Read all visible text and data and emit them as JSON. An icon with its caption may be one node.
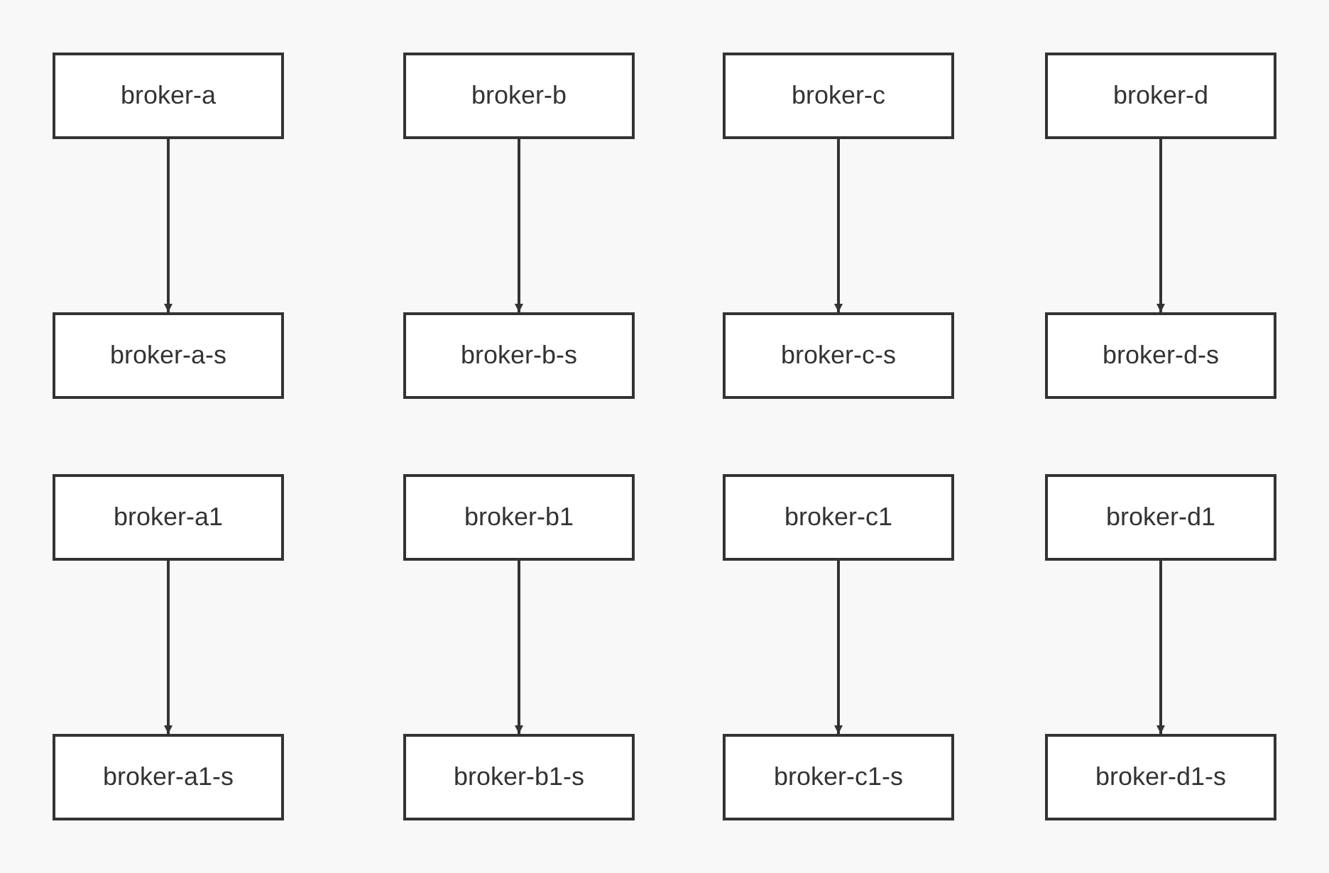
{
  "diagram": {
    "nodes": [
      {
        "text": [
          "broker-a"
        ]
      },
      {
        "text": [
          "broker-b"
        ]
      },
      {
        "text": [
          "broker-c"
        ]
      },
      {
        "text": [
          "broker-d"
        ]
      },
      {
        "text": [
          "broker-a-s"
        ]
      },
      {
        "text": [
          "broker-b-s"
        ]
      },
      {
        "text": [
          "broker-c-s"
        ]
      },
      {
        "text": [
          "broker-d-s"
        ]
      },
      {
        "text": [
          "broker-a1"
        ]
      },
      {
        "text": [
          "broker-b1"
        ]
      },
      {
        "text": [
          "broker-c1"
        ]
      },
      {
        "text": [
          "broker-d1"
        ]
      },
      {
        "text": [
          "broker-a1-s"
        ]
      },
      {
        "text": [
          "broker-b1-s"
        ]
      },
      {
        "text": [
          "broker-c1-s"
        ]
      },
      {
        "text": [
          "broker-d1-s"
        ]
      }
    ],
    "edges": [
      {
        "from": 0,
        "to": 4,
        "arrow": "to"
      },
      {
        "from": 1,
        "to": 5,
        "arrow": "to"
      },
      {
        "from": 2,
        "to": 6,
        "arrow": "to"
      },
      {
        "from": 3,
        "to": 7,
        "arrow": "to"
      },
      {
        "from": 8,
        "to": 12,
        "arrow": "to"
      },
      {
        "from": 9,
        "to": 13,
        "arrow": "to"
      },
      {
        "from": 10,
        "to": 14,
        "arrow": "to"
      },
      {
        "from": 11,
        "to": 15,
        "arrow": "to"
      }
    ]
  }
}
